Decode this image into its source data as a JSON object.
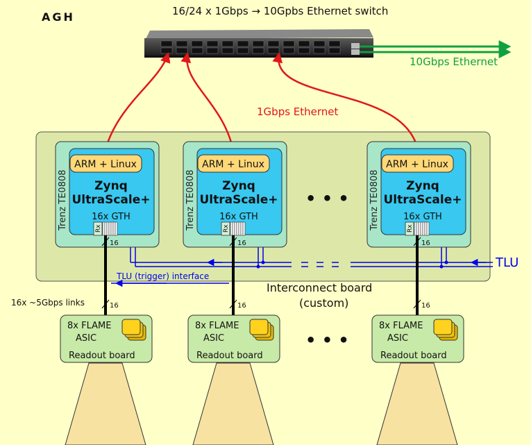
{
  "logo": "AGH",
  "switch_title": "16/24 x 1Gbps → 10Gpbs Ethernet switch",
  "uplink_label": "10Gbps Ethernet",
  "gbe_label": "1Gbps Ethernet",
  "soc": {
    "side_label": "Trenz  TE0808",
    "cpu_label": "ARM + Linux",
    "chip_line1": "Zynq",
    "chip_line2": "UltraScale+",
    "gth_label": "16x GTH",
    "rx_label": "Rx",
    "bus_width": "16"
  },
  "ellipsis": "• • •",
  "tlu_label": "TLU",
  "tlu_interface_label": "TLU (trigger) interface",
  "interconnect_line1": "Interconnect board",
  "interconnect_line2": "(custom)",
  "links_label": "16x ~5Gbps links",
  "readout": {
    "line1": "8x FLAME",
    "line2": "ASIC",
    "title": "Readout board"
  },
  "colors": {
    "page": "#ffffc8",
    "interconnect": "#dde8a8",
    "module": "#a8e6c8",
    "chip": "#38c8f0",
    "cpu": "#ffd878",
    "readout": "#c8eaa8",
    "detector": "#f8e2a2",
    "red": "#e01818",
    "green": "#10a040",
    "blue": "#0000ee"
  }
}
